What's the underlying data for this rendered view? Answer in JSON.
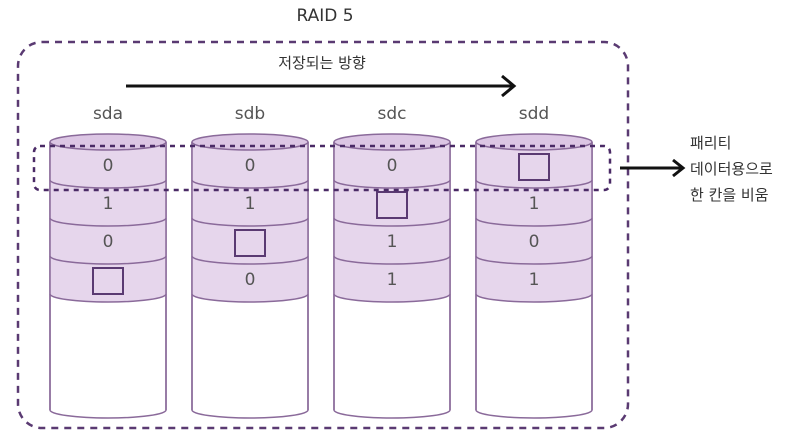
{
  "diagram": {
    "title": "RAID 5",
    "direction_label": "저장되는 방향",
    "disks": [
      {
        "name": "sda",
        "cells": [
          "0",
          "1",
          "0",
          "P"
        ]
      },
      {
        "name": "sdb",
        "cells": [
          "0",
          "1",
          "P",
          "0"
        ]
      },
      {
        "name": "sdc",
        "cells": [
          "0",
          "P",
          "1",
          "1"
        ]
      },
      {
        "name": "sdd",
        "cells": [
          "P",
          "1",
          "0",
          "1"
        ]
      }
    ],
    "note": {
      "line1": "패리티",
      "line2": "데이터용으로",
      "line3": "한 칸을 비움"
    },
    "colors": {
      "outline": "#5a3a72",
      "fill": "#e6d6ec",
      "stroke": "#8a6a9a",
      "arrow": "#111111"
    }
  }
}
